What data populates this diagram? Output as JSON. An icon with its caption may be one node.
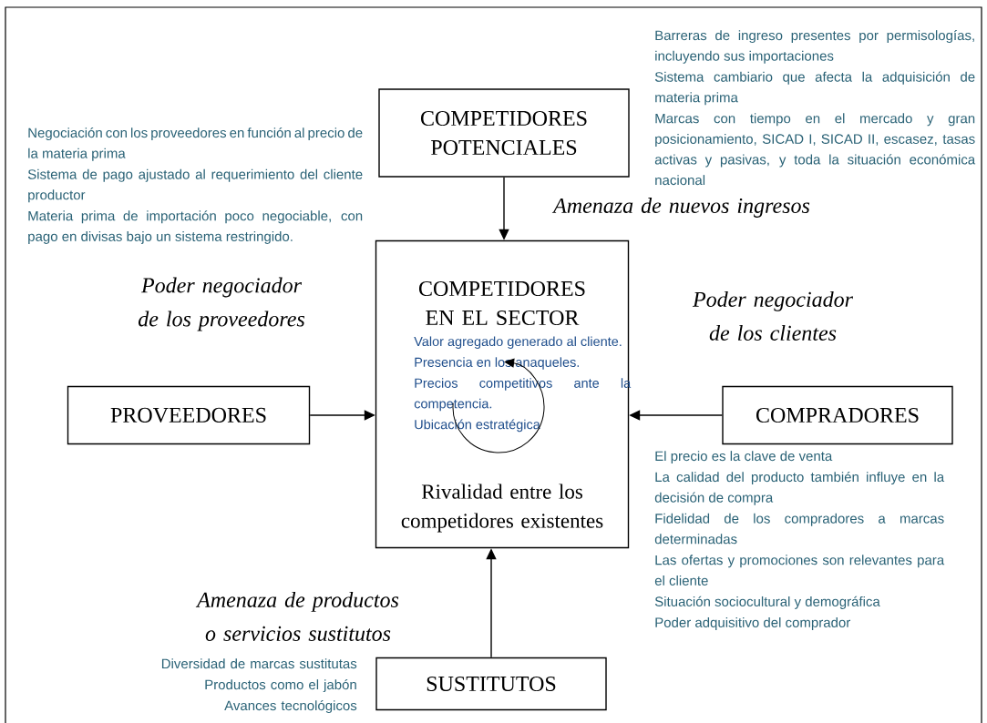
{
  "diagram": {
    "nodes": [
      {
        "text": [
          "COMPETIDORES POTENCIALES"
        ]
      },
      {
        "text": [
          "COMPETIDORES EN EL SECTOR",
          "Valor agregado generado al cliente.",
          "Presencia en los anaqueles.",
          "Precios competitivos ante la competencia.",
          "Ubicación estratégica",
          "Rivalidad entre los competidores existentes"
        ]
      },
      {
        "text": [
          "PROVEEDORES"
        ]
      },
      {
        "text": [
          "COMPRADORES"
        ]
      },
      {
        "text": [
          "SUSTITUTOS"
        ]
      }
    ],
    "edges": [
      {
        "from": 0,
        "to": 1,
        "arrow": "to",
        "label": "Amenaza de nuevos ingresos"
      },
      {
        "from": 2,
        "to": 1,
        "arrow": "to",
        "label": "Poder negociador de los proveedores"
      },
      {
        "from": 3,
        "to": 1,
        "arrow": "to",
        "label": "Poder negociador de los clientes"
      },
      {
        "from": 4,
        "to": 1,
        "arrow": "to",
        "label": "Amenaza de productos o servicios sustitutos"
      }
    ],
    "labels": [
      "Barreras de ingreso presentes por permisologías, incluyendo sus importaciones",
      "Sistema cambiario que afecta la adquisición de materia prima",
      "Marcas con tiempo en el mercado y gran posicionamiento, SICAD I, SICAD II, escasez, tasas activas y pasivas, y toda la situación económica nacional",
      "Negociación con los proveedores en función al precio de la materia prima",
      "Sistema de pago ajustado al requerimiento del cliente productor",
      "Materia prima de importación poco negociable, con pago en divisas bajo un sistema restringido.",
      "El precio es la clave de venta",
      "La calidad del producto también influye en la decisión de compra",
      "Fidelidad de los compradores a marcas determinadas",
      "Las ofertas y promociones son relevantes para el cliente",
      "Situación sociocultural y demográfica",
      "Poder adquisitivo del comprador",
      "Diversidad de marcas sustitutas",
      "Productos como el jabón",
      "Avances tecnológicos"
    ]
  }
}
